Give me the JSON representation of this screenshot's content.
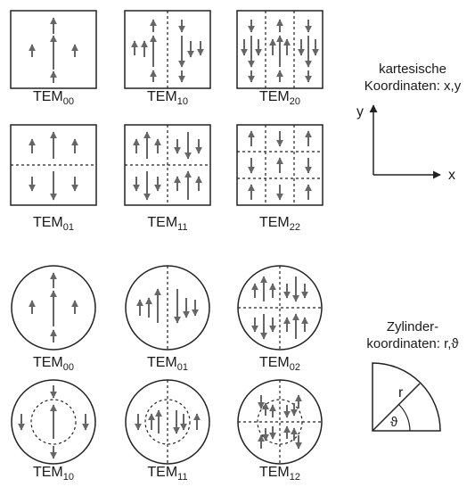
{
  "cartesian": {
    "title_line1": "kartesische",
    "title_line2": "Koordinaten: x,y",
    "axis_y": "y",
    "axis_x": "x",
    "modes": [
      {
        "name": "TEM",
        "sub": "00"
      },
      {
        "name": "TEM",
        "sub": "10"
      },
      {
        "name": "TEM",
        "sub": "20"
      },
      {
        "name": "TEM",
        "sub": "01"
      },
      {
        "name": "TEM",
        "sub": "11"
      },
      {
        "name": "TEM",
        "sub": "22"
      }
    ]
  },
  "cylindrical": {
    "title_line1": "Zylinder-",
    "title_line2": "koordinaten: r,ϑ",
    "axis_r": "r",
    "axis_theta": "ϑ",
    "modes": [
      {
        "name": "TEM",
        "sub": "00"
      },
      {
        "name": "TEM",
        "sub": "01"
      },
      {
        "name": "TEM",
        "sub": "02"
      },
      {
        "name": "TEM",
        "sub": "10"
      },
      {
        "name": "TEM",
        "sub": "11"
      },
      {
        "name": "TEM",
        "sub": "12"
      }
    ]
  },
  "colors": {
    "outline": "#222222",
    "arrow": "#666666",
    "text": "#1a1a1a"
  }
}
